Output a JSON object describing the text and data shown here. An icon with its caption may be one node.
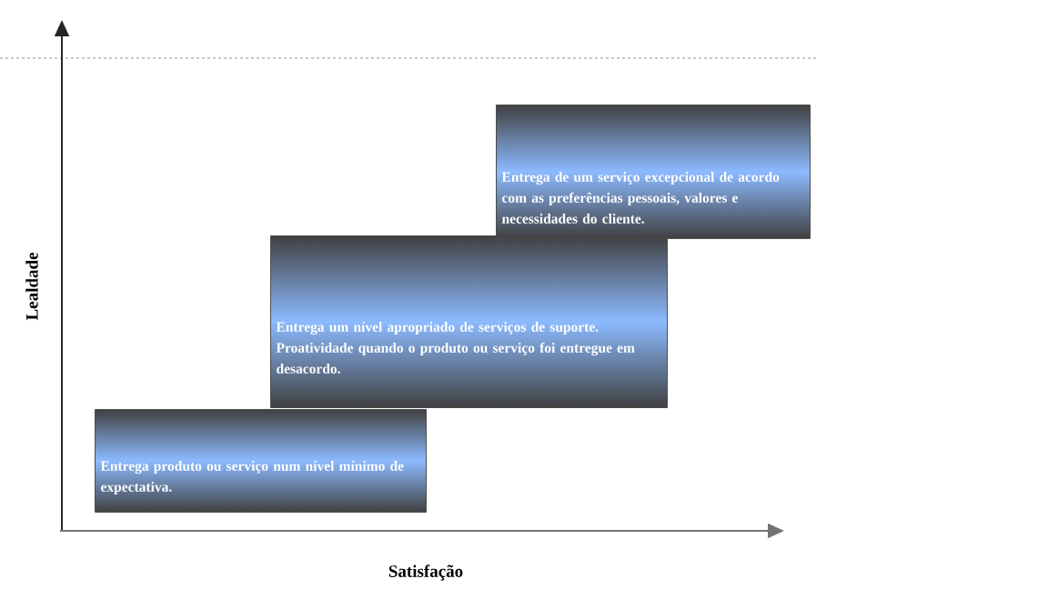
{
  "diagram": {
    "nodes": [
      {
        "text": [
          "Entrega produto ou serviço num nível mínimo de expectativa."
        ]
      },
      {
        "text": [
          "Entrega um nível apropriado de serviços de suporte.",
          "Proatividade quando o produto ou serviço foi entregue em desacordo."
        ]
      },
      {
        "text": [
          "Entrega de um serviço excepcional de acordo com as preferências pessoais, valores e necessidades do cliente."
        ]
      }
    ],
    "labels": [
      "Lealdade",
      "Satisfação"
    ]
  }
}
